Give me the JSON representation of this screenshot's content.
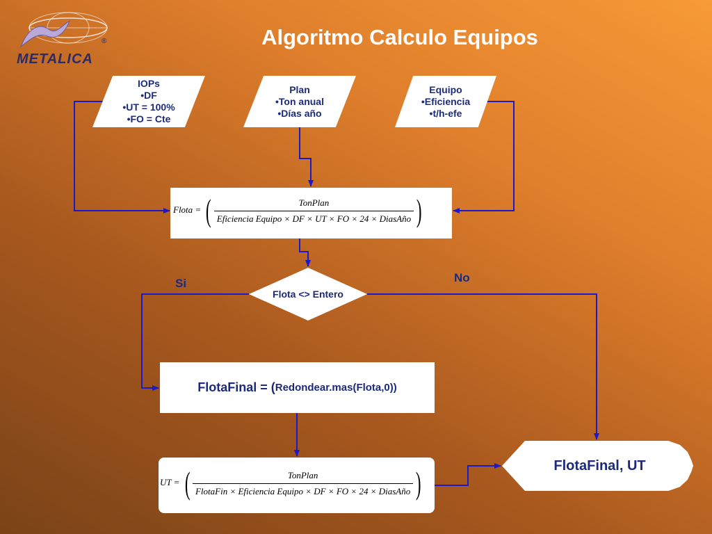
{
  "title": "Algoritmo Calculo Equipos",
  "logo": {
    "text": "METALICA",
    "reg": "®"
  },
  "inputs": {
    "iops": [
      "IOPs",
      "•DF",
      "•UT = 100%",
      "•FO = Cte"
    ],
    "plan": [
      "Plan",
      "•Ton anual",
      "•Días año"
    ],
    "equipo": [
      "Equipo",
      "•Eficiencia",
      "•t/h-efe"
    ]
  },
  "formula1": {
    "lhs": "Flota =",
    "num": "TonPlan",
    "den": "Eficiencia Equipo × DF × UT × FO × 24 × DiasAño"
  },
  "decision": {
    "text": "Flota <> Entero",
    "yes": "Si",
    "no": "No"
  },
  "final_calc": {
    "prefix": "FlotaFinal = (",
    "func": "Redondear.mas(Flota,0))"
  },
  "formula2": {
    "lhs": "UT =",
    "num": "TonPlan",
    "den": "FlotaFin × Eficiencia Equipo × DF × FO × 24 × DiasAño"
  },
  "output": {
    "text": "FlotaFinal, UT"
  },
  "colors": {
    "line": "#1a1acc",
    "text": "#1c2a7a"
  }
}
